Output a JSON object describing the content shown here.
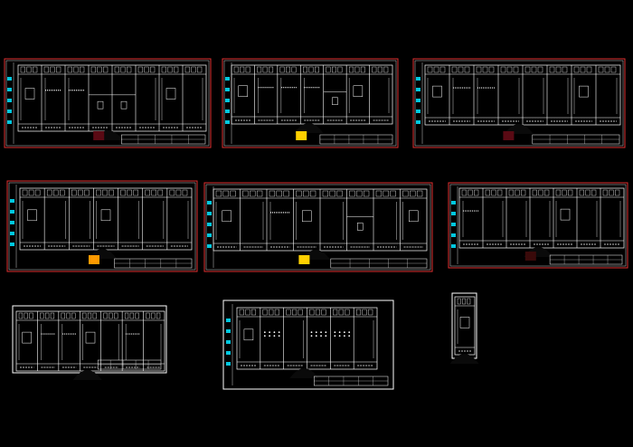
{
  "canvas": {
    "background": "#000000"
  },
  "colors": {
    "border": "#e03030",
    "line": "#ffffff",
    "accent": "#00c8e0",
    "highlight_yellow": "#ffd000",
    "highlight_orange": "#ff9a00",
    "highlight_maroon": "#5a0a14",
    "highlight_brown": "#3a0a0a"
  },
  "sheets": [
    {
      "id": "sheet-1",
      "border": true,
      "panels": 8,
      "panel_style": [
        "meter",
        "list",
        "list",
        "split",
        "split",
        "plain",
        "meter",
        "plain"
      ],
      "highlight": "maroon",
      "side_accent": true
    },
    {
      "id": "sheet-2",
      "border": true,
      "panels": 7,
      "panel_style": [
        "meter",
        "list",
        "list",
        "list",
        "split",
        "meter",
        "plain"
      ],
      "highlight": "yellow",
      "side_accent": true
    },
    {
      "id": "sheet-3",
      "border": true,
      "panels": 8,
      "panel_style": [
        "meter",
        "list",
        "list",
        "plain",
        "plain",
        "plain",
        "meter",
        "plain"
      ],
      "highlight": "maroon",
      "side_accent": true
    },
    {
      "id": "sheet-4",
      "border": true,
      "panels": 7,
      "panel_style": [
        "meter",
        "plain",
        "plain",
        "meter",
        "plain",
        "plain",
        "plain"
      ],
      "highlight": "orange",
      "side_accent": true
    },
    {
      "id": "sheet-5",
      "border": true,
      "panels": 8,
      "panel_style": [
        "meter",
        "plain",
        "list",
        "meter",
        "plain",
        "split",
        "plain",
        "meter"
      ],
      "highlight": "yellow",
      "side_accent": true
    },
    {
      "id": "sheet-6",
      "border": true,
      "panels": 7,
      "panel_style": [
        "list",
        "plain",
        "plain",
        "plain",
        "meter",
        "plain",
        "plain"
      ],
      "highlight": "brown",
      "side_accent": true
    },
    {
      "id": "sheet-7",
      "border": false,
      "panels": 7,
      "panel_style": [
        "meter",
        "list",
        "list",
        "meter",
        "plain",
        "list",
        "plain"
      ],
      "highlight": "none",
      "side_accent": false
    },
    {
      "id": "sheet-8",
      "border": false,
      "panels": 6,
      "panel_style": [
        "meter",
        "dots",
        "plain",
        "dots",
        "dots",
        "plain"
      ],
      "highlight": "none",
      "side_accent": true
    },
    {
      "id": "sheet-9",
      "border": false,
      "panels": 1,
      "panel_style": [
        "meter"
      ],
      "highlight": "none",
      "side_accent": false
    }
  ]
}
